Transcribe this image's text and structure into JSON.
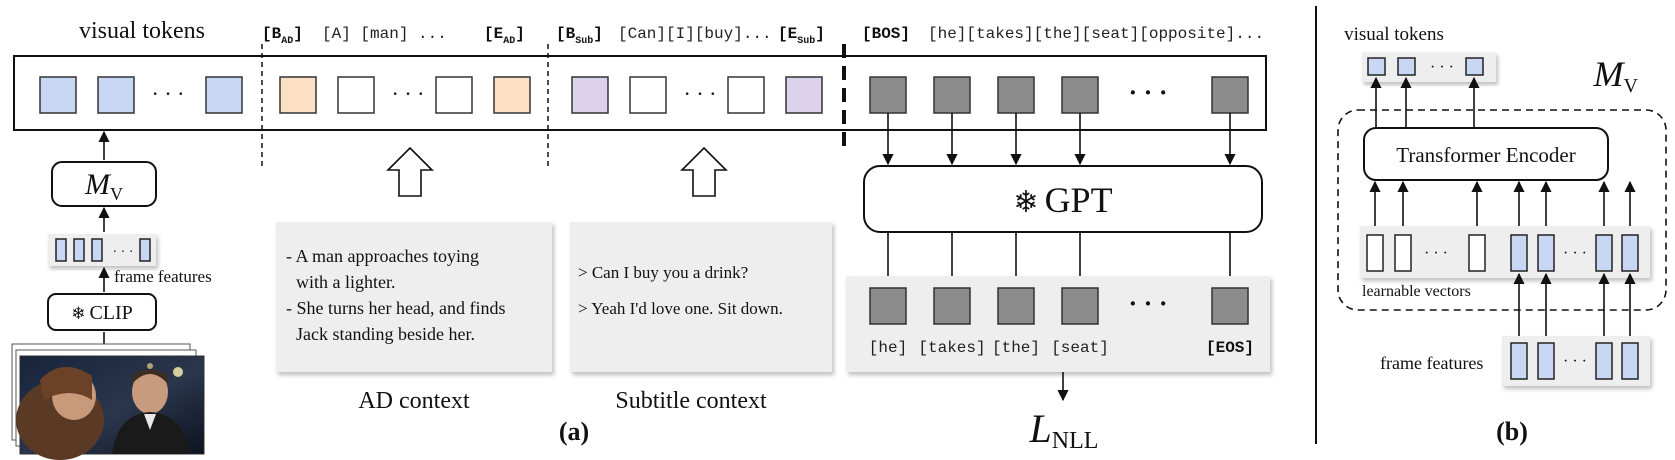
{
  "colors": {
    "visual_token": "#c8d8f4",
    "ad_token": "#fbe0c4",
    "sub_token": "#ddd2ec",
    "text_token": "#8c8c8c",
    "empty_token": "#ffffff",
    "panel_bg": "#eeeeee"
  },
  "left": {
    "visual_tokens_label": "visual tokens",
    "ad_tokens": {
      "begin": "[B",
      "begin_sub": "AD",
      "middle": "[A] [man] ...",
      "end": "[E",
      "end_sub": "AD"
    },
    "sub_tokens": {
      "begin": "[B",
      "begin_sub": "Sub",
      "middle": "[Can][I][buy]...",
      "end": "[E",
      "end_sub": "Sub"
    },
    "text_tokens": {
      "bos": "[BOS]",
      "words": "[he][takes][the][seat][opposite]..."
    },
    "mv_label": "M",
    "mv_sub": "V",
    "frame_features_label": "frame features",
    "clip_label": "CLIP",
    "snowflake": "❄",
    "ad_context": {
      "lines": [
        "- A man approaches toying",
        "with a lighter.",
        "- She turns her head, and finds",
        "Jack standing beside her."
      ],
      "caption": "AD context"
    },
    "subtitle_context": {
      "lines": [
        "> Can I buy you a drink?",
        "> Yeah I'd love one. Sit down."
      ],
      "caption": "Subtitle context"
    },
    "gpt_label": "GPT",
    "output_tokens": [
      "[he]",
      "[takes]",
      "[the]",
      "[seat]"
    ],
    "eos": "[EOS]",
    "loss": "L",
    "loss_sub": "NLL",
    "dots": "· · ·",
    "panel_label": "(a)"
  },
  "right": {
    "visual_tokens_label": "visual tokens",
    "mv_label": "M",
    "mv_sub": "V",
    "encoder_label": "Transformer Encoder",
    "learnable_label": "learnable vectors",
    "frame_features_label": "frame features",
    "dots": "· · ·",
    "panel_label": "(b)"
  }
}
